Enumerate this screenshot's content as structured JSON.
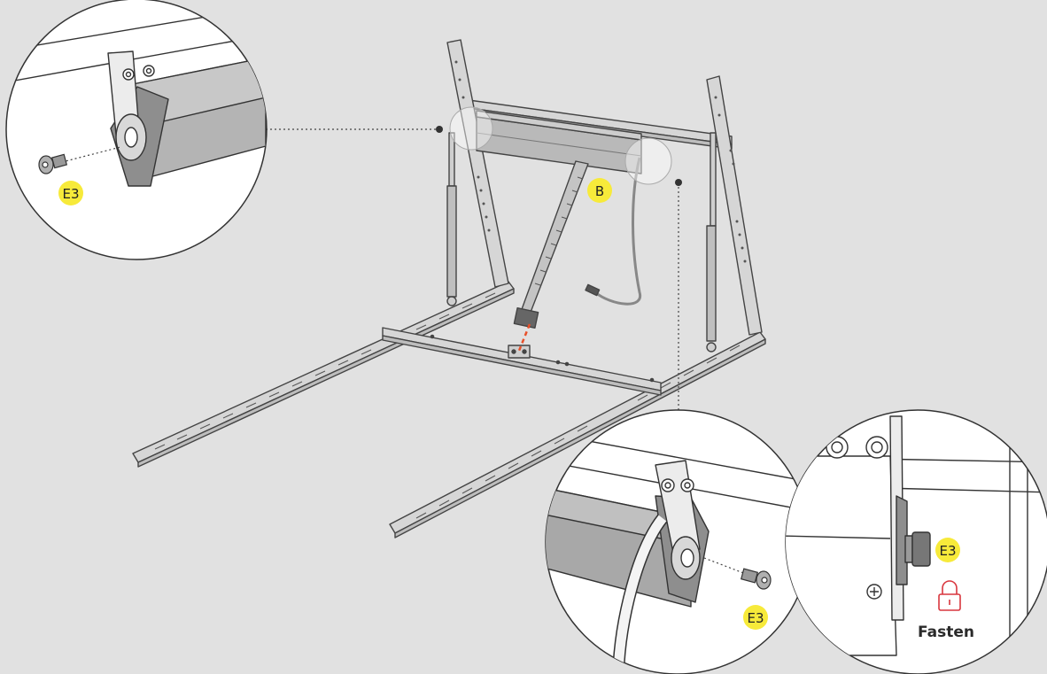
{
  "labels": {
    "screw_left": "E3",
    "rod": "B",
    "screw_right": "E3",
    "screw_far_right": "E3",
    "fasten": "Fasten"
  },
  "colors": {
    "background": "#e1e1e1",
    "callout_badge": "#f7ea3a",
    "lock_icon": "#d9363e",
    "alignment_dash": "#e8502a",
    "frame_line": "#444444"
  },
  "icons": {
    "lock": "lock-icon",
    "screw": "shoulder-screw-icon"
  }
}
